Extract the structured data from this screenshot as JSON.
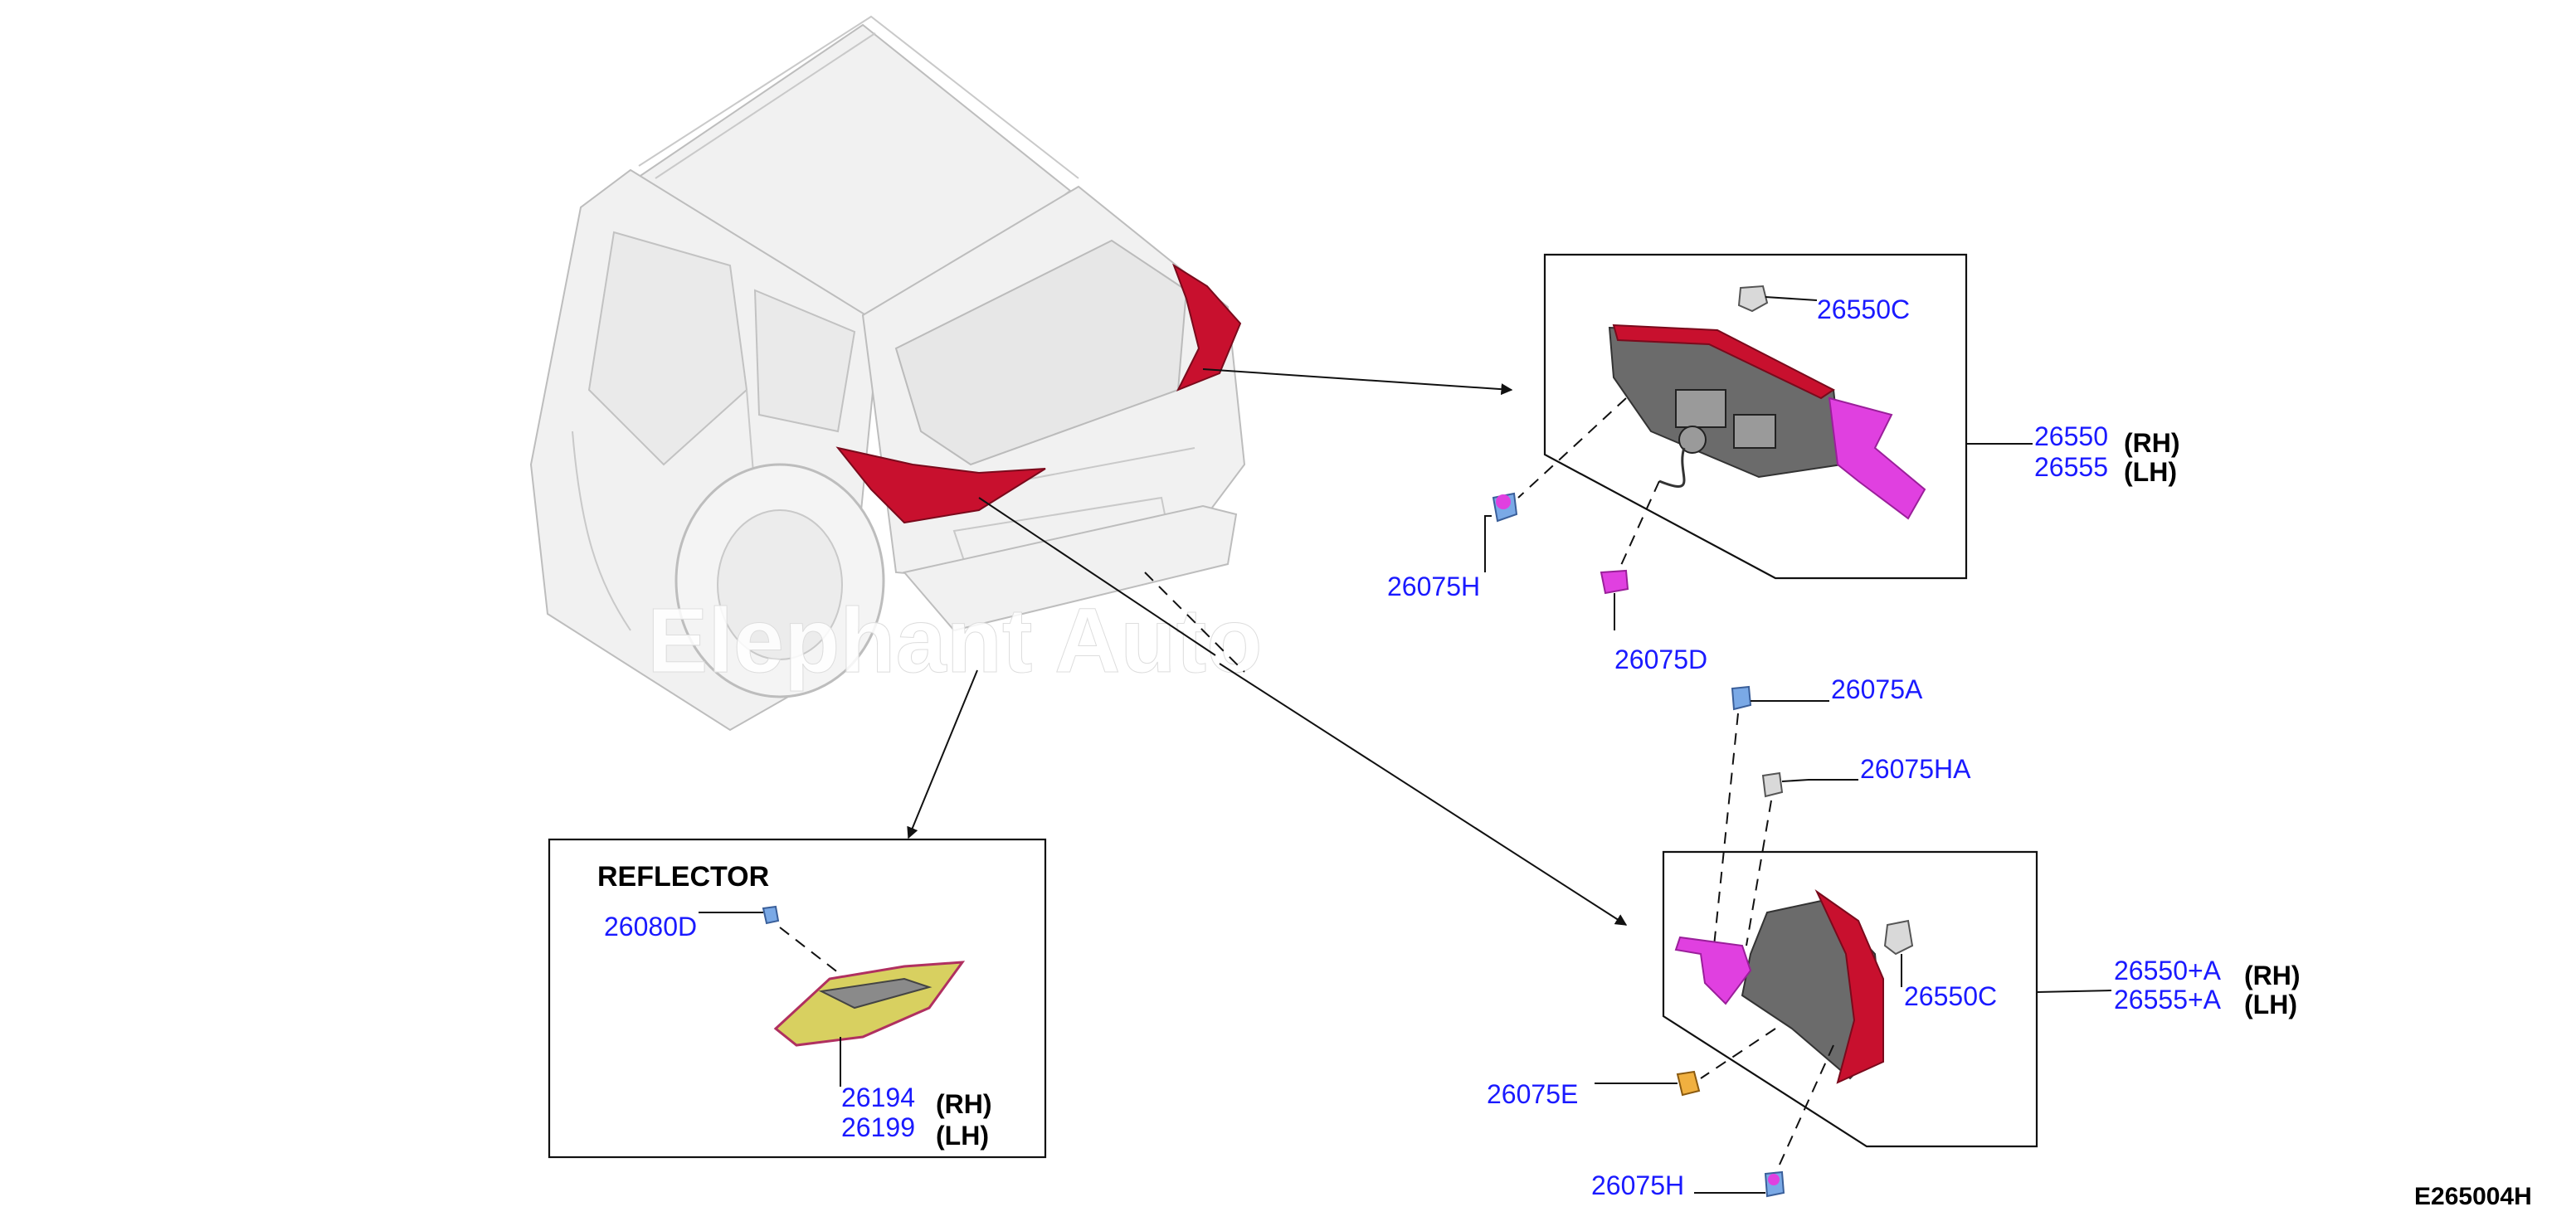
{
  "diagram_code": "E265004H",
  "watermark": "Elephant Auto",
  "colors": {
    "part_number": "#1a1aff",
    "lamp_red": "#c8102e",
    "lamp_magenta": "#e040e0",
    "line": "#111111"
  },
  "upper_lamp": {
    "bulb_socket": "26550C",
    "lamp_rh_number": "26550",
    "lamp_rh_side": "(RH)",
    "lamp_lh_number": "26555",
    "lamp_lh_side": "(LH)",
    "socket_h": "26075H",
    "socket_lower": "26075D"
  },
  "lower_lamp": {
    "socket_a": "26075A",
    "socket_ha": "26075HA",
    "bulb_socket": "26550C",
    "lamp_rh_number": "26550+A",
    "lamp_rh_side": "(RH)",
    "lamp_lh_number": "26555+A",
    "lamp_lh_side": "(LH)",
    "socket_e": "26075E",
    "socket_h": "26075H"
  },
  "reflector": {
    "title": "REFLECTOR",
    "bulb": "26080D",
    "rh_number": "26194",
    "rh_side": "(RH)",
    "lh_number": "26199",
    "lh_side": "(LH)"
  }
}
